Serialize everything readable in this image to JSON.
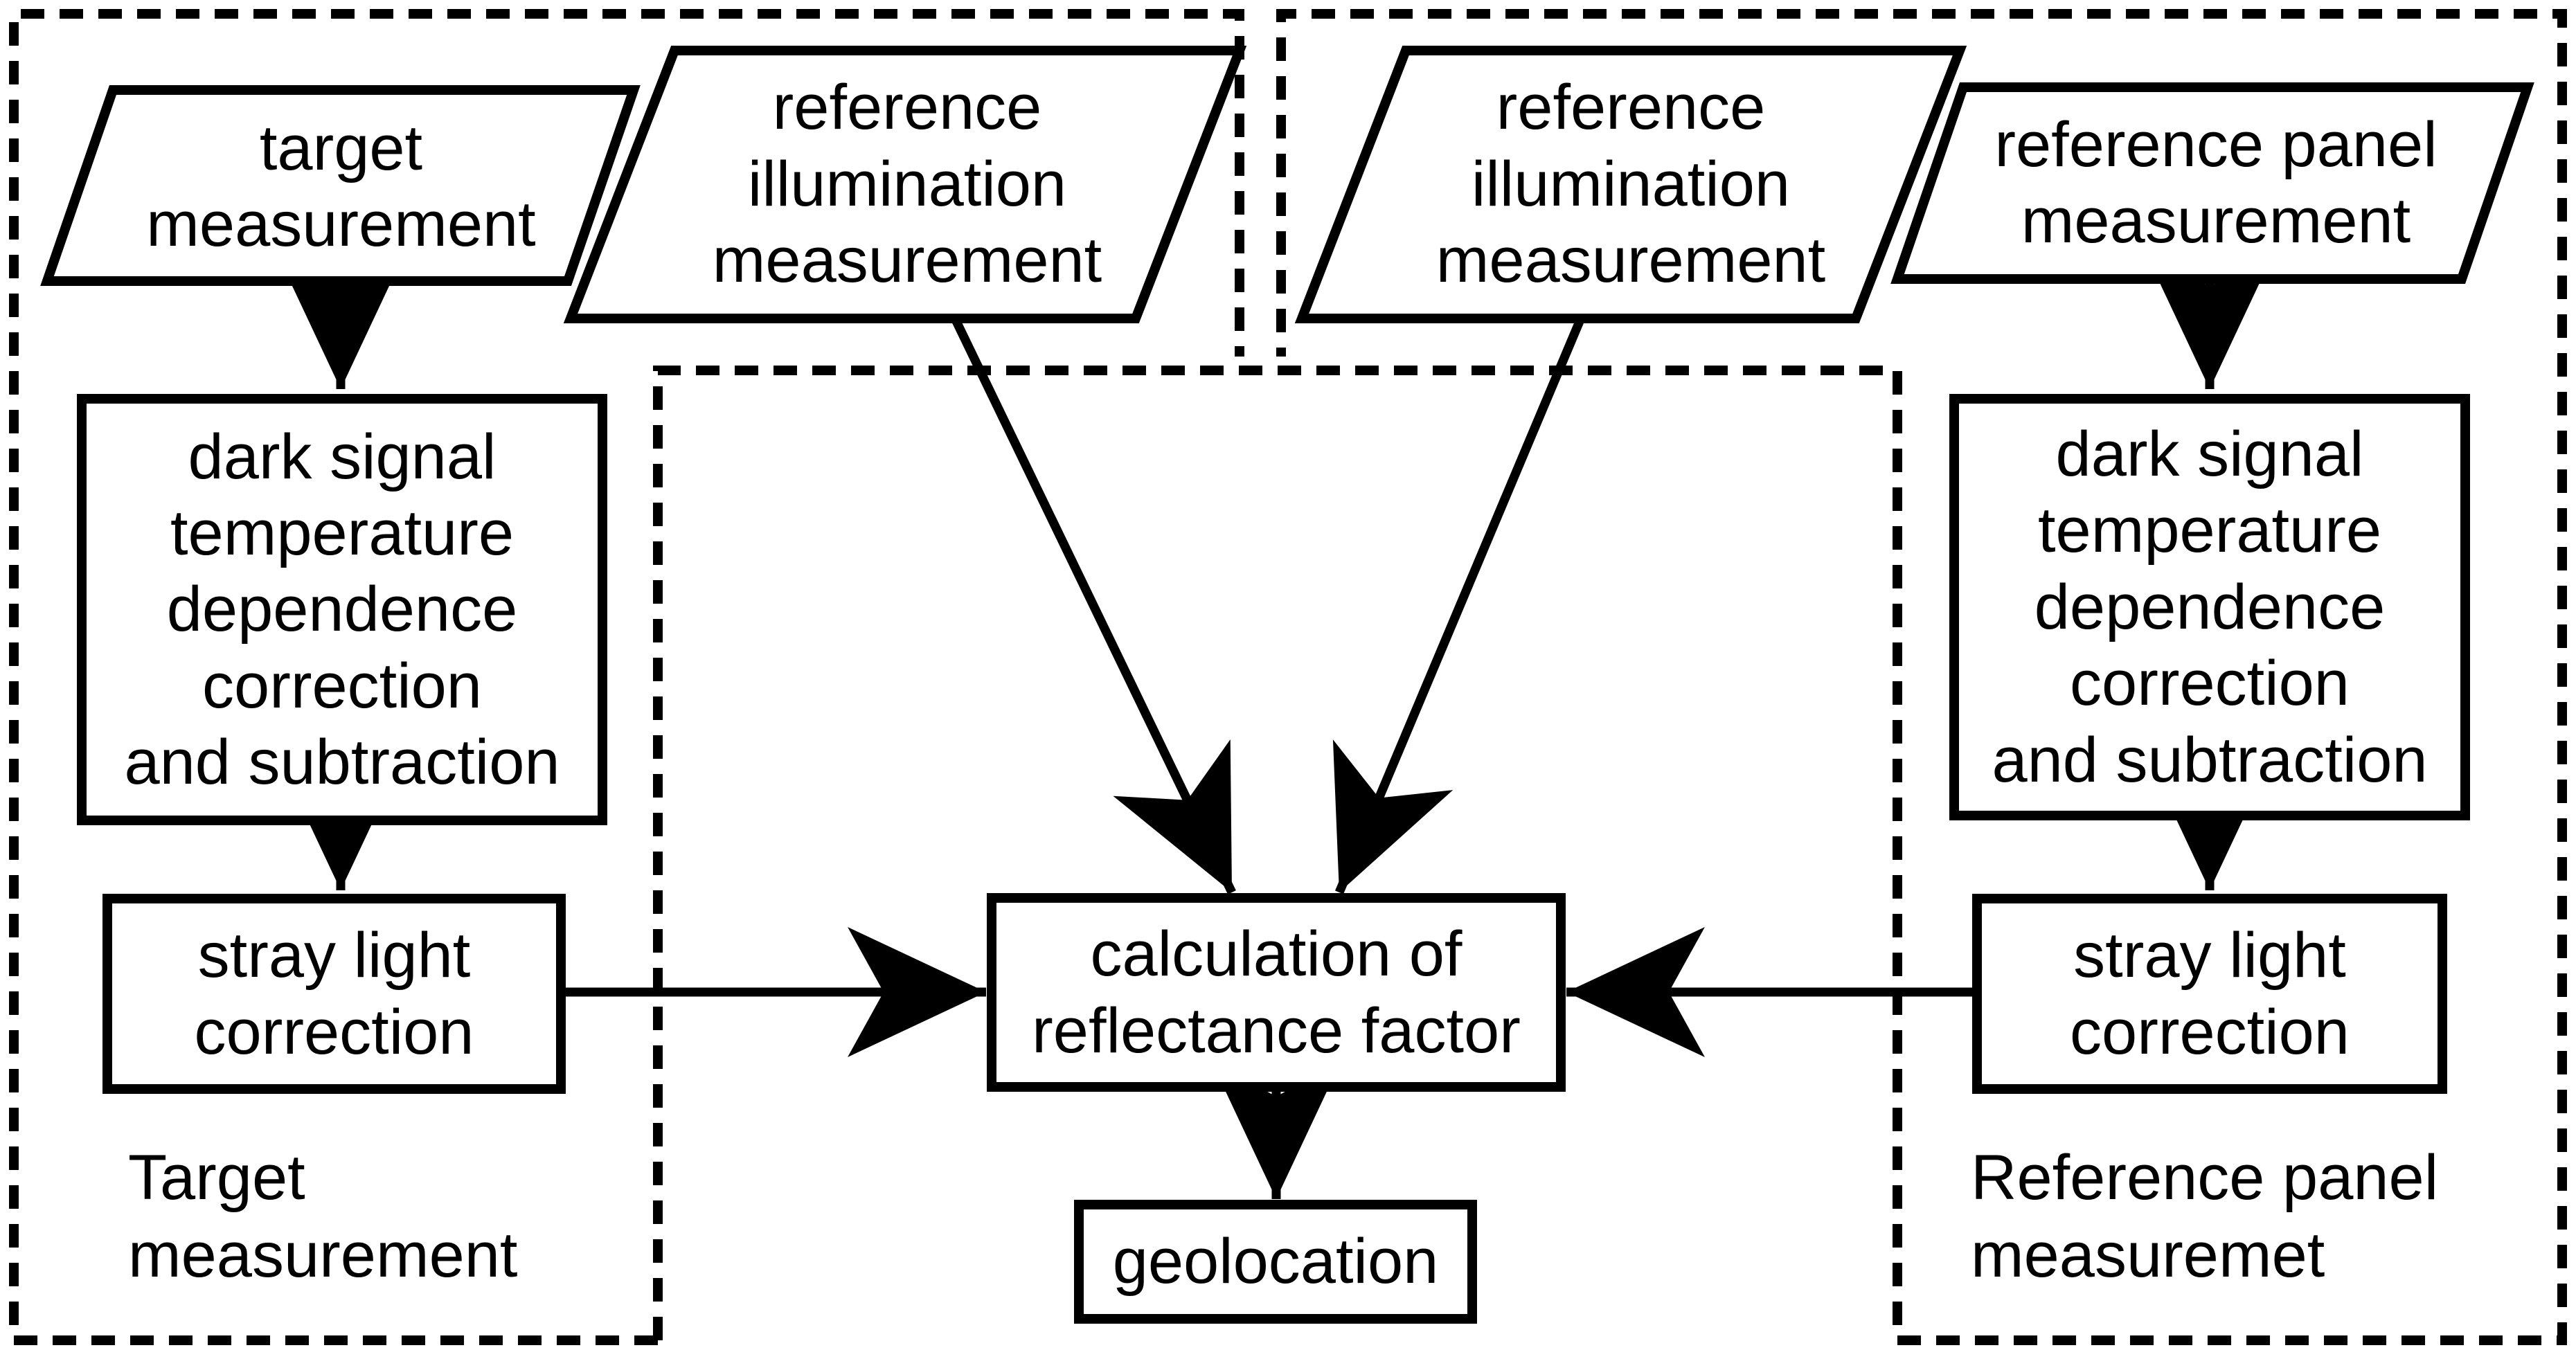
{
  "diagram": {
    "colors": {
      "ink": "#000000",
      "background": "#ffffff"
    },
    "nodes": {
      "target_input": "target\nmeasurement",
      "ref_illum_left": "reference\nillumination\nmeasurement",
      "ref_illum_right": "reference\nillumination\nmeasurement",
      "ref_panel_input": "reference panel\nmeasurement",
      "dark_left": "dark signal\ntemperature\ndependence\ncorrection\nand subtraction",
      "dark_right": "dark signal\ntemperature\ndependence\ncorrection\nand subtraction",
      "stray_left": "stray light\ncorrection",
      "stray_right": "stray light\ncorrection",
      "calculation": "calculation of\nreflectance factor",
      "geolocation": "geolocation"
    },
    "group_labels": {
      "left": "Target\nmeasurement",
      "right": "Reference panel\nmeasuremet"
    }
  }
}
